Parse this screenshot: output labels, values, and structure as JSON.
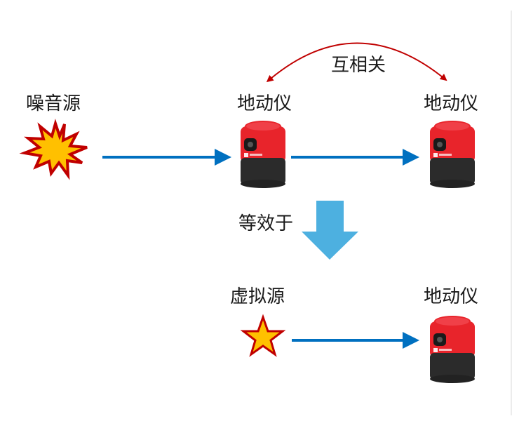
{
  "diagram": {
    "title_labels": {
      "noise_source": "噪音源",
      "sensor_1": "地动仪",
      "sensor_2": "地动仪",
      "correlation": "互相关",
      "equivalent": "等效于",
      "virtual_source": "虚拟源",
      "sensor_3": "地动仪"
    },
    "colors": {
      "flow_arrow": "#0070c0",
      "correlation_arrow": "#c00000",
      "equivalence_arrow": "#4db0e0",
      "burst_fill": "#ffc000",
      "burst_stroke": "#c00000",
      "device_red": "#e8242b",
      "device_black": "#2b2b2b"
    },
    "nodes": [
      {
        "id": "noise-source",
        "label_key": "noise_source",
        "icon": "explosion-burst-icon"
      },
      {
        "id": "sensor-1",
        "label_key": "sensor_1",
        "icon": "seismometer-device"
      },
      {
        "id": "sensor-2",
        "label_key": "sensor_2",
        "icon": "seismometer-device"
      },
      {
        "id": "virtual-source",
        "label_key": "virtual_source",
        "icon": "star-icon"
      },
      {
        "id": "sensor-3",
        "label_key": "sensor_3",
        "icon": "seismometer-device"
      }
    ],
    "edges": [
      {
        "from": "noise-source",
        "to": "sensor-1",
        "type": "flow"
      },
      {
        "from": "sensor-1",
        "to": "sensor-2",
        "type": "flow"
      },
      {
        "from": "sensor-1",
        "to": "sensor-2",
        "type": "correlation",
        "bidirectional": true,
        "label_key": "correlation"
      },
      {
        "from": "virtual-source",
        "to": "sensor-3",
        "type": "flow"
      }
    ]
  }
}
